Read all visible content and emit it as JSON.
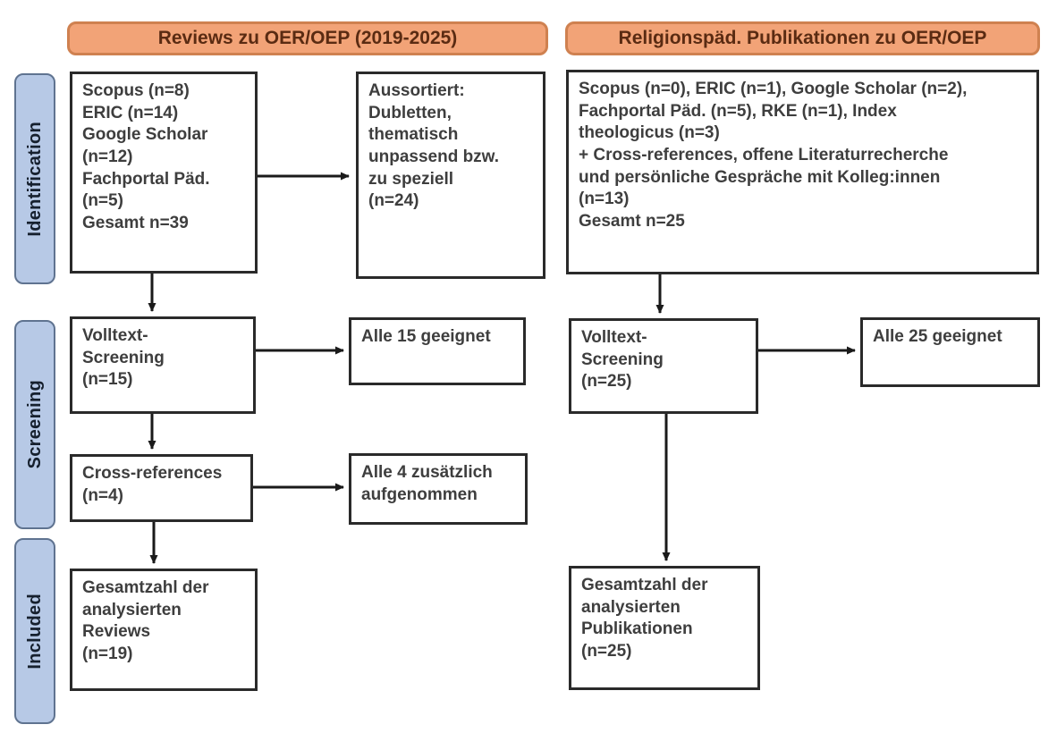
{
  "headers": {
    "left": "Reviews zu OER/OEP (2019-2025)",
    "right": "Religionspäd. Publikationen zu OER/OEP"
  },
  "stages": {
    "identification": "Identification",
    "screening": "Screening",
    "included": "Included"
  },
  "left_flow": {
    "sources": "Scopus (n=8)\nERIC (n=14)\nGoogle Scholar\n(n=12)\nFachportal Päd.\n(n=5)\nGesamt n=39",
    "excluded": "Aussortiert:\nDubletten,\nthematisch\nunpassend bzw.\nzu speziell\n(n=24)",
    "fulltext_screening": "Volltext-\nScreening\n(n=15)",
    "screening_result": "Alle 15 geeignet",
    "cross_references": "Cross-references\n(n=4)",
    "cross_references_result": "Alle 4 zusätzlich\naufgenommen",
    "total": "Gesamtzahl der\nanalysierten\nReviews\n(n=19)"
  },
  "right_flow": {
    "sources": "Scopus (n=0), ERIC (n=1), Google Scholar (n=2),\nFachportal Päd. (n=5), RKE (n=1), Index\ntheologicus (n=3)\n+ Cross-references, offene Literaturrecherche\nund persönliche Gespräche mit Kolleg:innen\n(n=13)\nGesamt n=25",
    "fulltext_screening": "Volltext-\nScreening\n(n=25)",
    "screening_result": "Alle 25 geeignet",
    "total": "Gesamtzahl der\nanalysierten\nPublikationen\n(n=25)"
  },
  "colors": {
    "header_fill": "#f2a377",
    "header_border": "#cf8150",
    "header_text": "#5a2b12",
    "stage_fill": "#b7c9e6",
    "stage_border": "#5f7390",
    "stage_text": "#16202e",
    "box_border": "#2a2a2a",
    "box_text": "#3e3e3e",
    "arrow": "#1a1a1a"
  }
}
